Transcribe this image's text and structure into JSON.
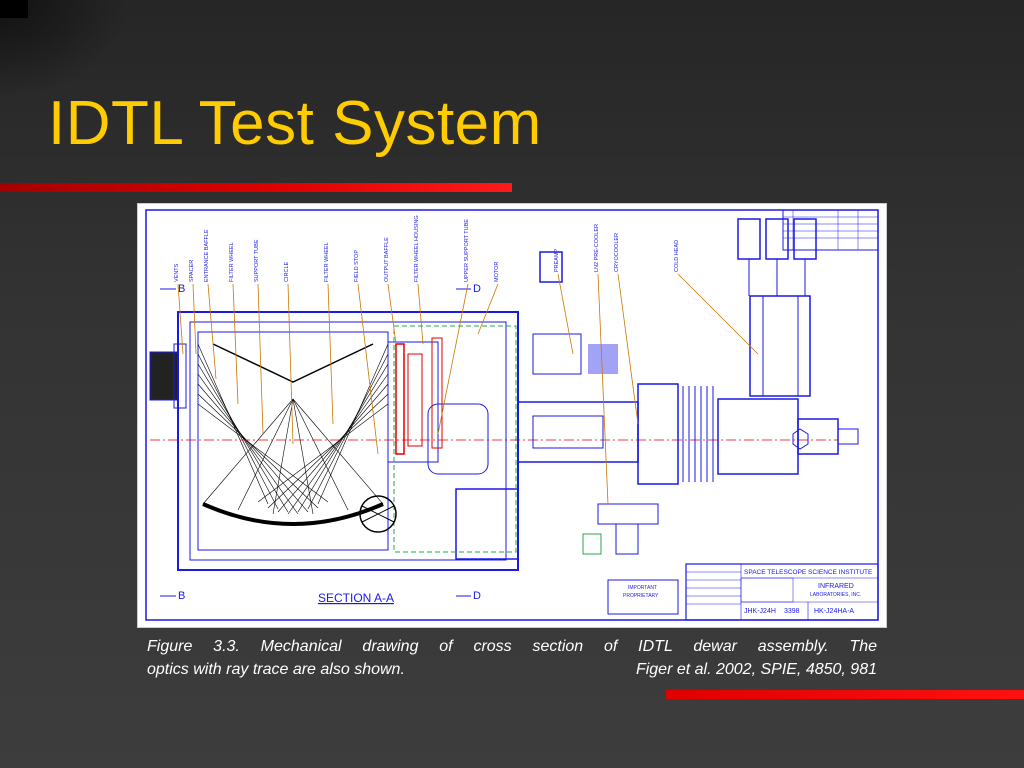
{
  "slide": {
    "title": "IDTL Test System"
  },
  "figure": {
    "section_label": "SECTION A-A",
    "marker_b": "B",
    "marker_d": "D",
    "title_block": {
      "institute": "SPACE TELESCOPE SCIENCE INSTITUTE",
      "company_line1": "INFRARED",
      "company_line2": "LABORATORIES, INC.",
      "drawing_number": "HK-J24HA-A",
      "part_code": "JHK-J24H",
      "sheet": "3398",
      "note_heading": "IMPORTANT",
      "note_body": "PROPRIETARY"
    },
    "callouts": [
      "VENTS",
      "SPACER",
      "ENTRANCE BAFFLE",
      "FILTER WHEEL",
      "SUPPORT TUBE",
      "CIRCLE",
      "FILTER WHEEL",
      "FIELD STOP",
      "OUTPUT BAFFLE",
      "FILTER WHEEL HOUSING",
      "UPPER SUPPORT TUBE",
      "MOTOR",
      "PREAMP",
      "LN2 PRE-COOLER",
      "CRYOCOOLER",
      "COLD HEAD"
    ]
  },
  "caption": {
    "line1": "Figure 3.3. Mechanical drawing of cross section of IDTL dewar assembly. The",
    "line2_left": "optics with ray trace are also shown.",
    "line2_right": "Figer et al. 2002, SPIE, 4850, 981"
  },
  "colors": {
    "title": "#ffcc00",
    "rule": "#e00000",
    "drawing_line": "#1a1ae6",
    "callout_line": "#c87800",
    "centerline": "#e00000",
    "ray": "#000000"
  }
}
